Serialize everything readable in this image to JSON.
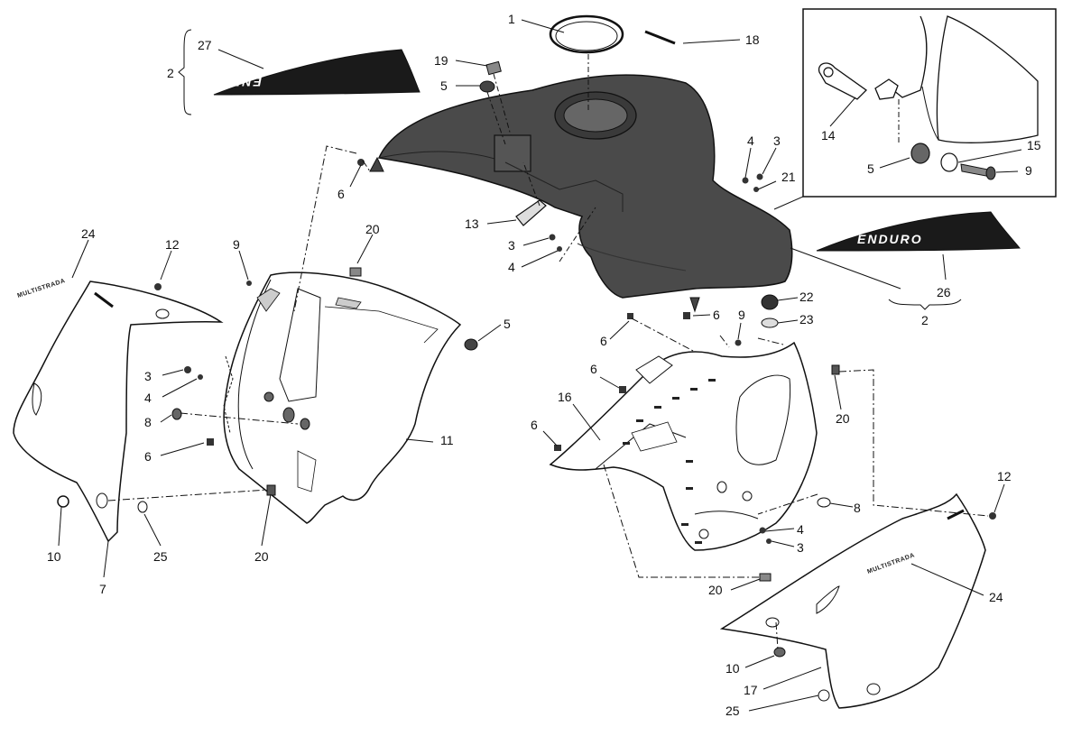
{
  "diagram": {
    "labels": {
      "n1": "1",
      "n18": "18",
      "n19": "19",
      "n5a": "5",
      "n27": "27",
      "n2a": "2",
      "n6a": "6",
      "n13": "13",
      "n3a": "3",
      "n4a": "4",
      "n4b": "4",
      "n3b": "3",
      "n21": "21",
      "n14": "14",
      "n5b": "5",
      "n15": "15",
      "n9a": "9",
      "n26": "26",
      "n2b": "2",
      "n24a": "24",
      "n12a": "12",
      "n9b": "9",
      "n20a": "20",
      "n5c": "5",
      "n3c": "3",
      "n4c": "4",
      "n8a": "8",
      "n6b": "6",
      "n11": "11",
      "n10a": "10",
      "n7": "7",
      "n25a": "25",
      "n20b": "20",
      "n22": "22",
      "n23": "23",
      "n6c": "6",
      "n9c": "9",
      "n6d": "6",
      "n6e": "6",
      "n16": "16",
      "n6f": "6",
      "n20c": "20",
      "n12b": "12",
      "n8b": "8",
      "n4d": "4",
      "n3d": "3",
      "n20d": "20",
      "n24b": "24",
      "n10b": "10",
      "n17": "17",
      "n25b": "25"
    },
    "decals": {
      "left_text": "ENDURO",
      "right_text": "ENDURO",
      "side_brand": "MULTISTRADA"
    }
  }
}
